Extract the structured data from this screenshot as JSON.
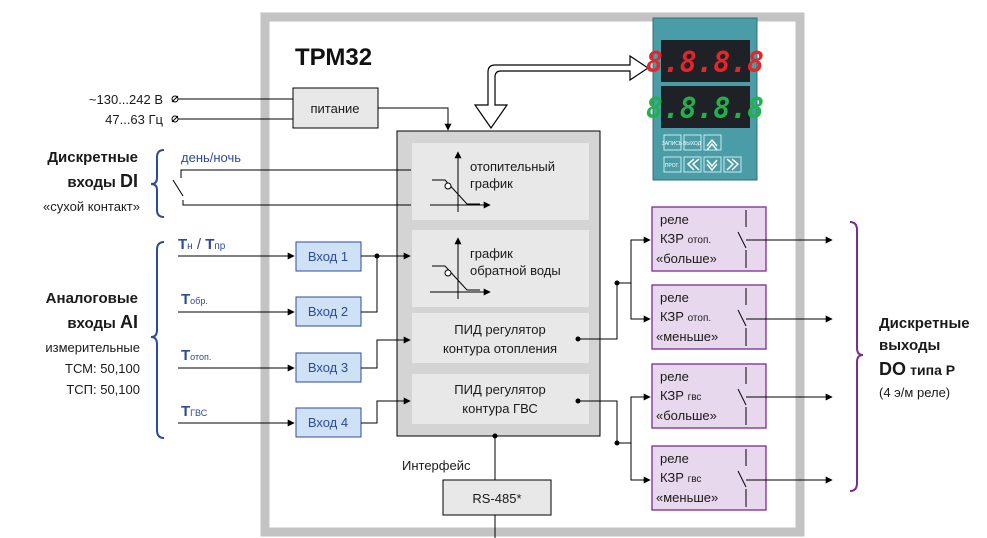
{
  "device": {
    "title": "ТРМ32",
    "display_top": "8.8.8.8",
    "display_bottom": "8.8.8.8",
    "button_labels": [
      "ЗАПИСЬ",
      "ВЫХОД",
      "ПРОГ."
    ],
    "colors": {
      "body": "#4a9da7",
      "top_digits": "#e8242a",
      "bottom_digits": "#22b24c",
      "frame": "#c3c3c3",
      "relay_fill": "#e8d8ee",
      "relay_border": "#7a2d8a",
      "input_fill": "#cfe1f5",
      "input_border": "#2c4b9a"
    }
  },
  "power": {
    "line1": "~130...242 В",
    "line2": "47...63 Гц",
    "block": "питание"
  },
  "digital_inputs": {
    "title1": "Дискретные",
    "title2": "входы",
    "code": "DI",
    "subtitle": "«сухой контакт»",
    "signal": "день/ночь"
  },
  "analog_inputs": {
    "title1": "Аналоговые",
    "title2": "входы",
    "code": "AI",
    "line3": "измерительные",
    "line4": "ТСМ: 50,100",
    "line5": "ТСП: 50,100"
  },
  "sensors": [
    {
      "t": "Т",
      "sub": "н",
      "sep": " / ",
      "t2": "Т",
      "sub2": "пр"
    },
    {
      "t": "Т",
      "sub": "обр."
    },
    {
      "t": "Т",
      "sub": "отоп."
    },
    {
      "t": "Т",
      "sub": "ГВС"
    }
  ],
  "inputs": [
    "Вход 1",
    "Вход 2",
    "Вход 3",
    "Вход 4"
  ],
  "functions": [
    {
      "line1": "отопительный",
      "line2": "график"
    },
    {
      "line1": "график",
      "line2": "обратной воды"
    },
    {
      "line1": "ПИД регулятор",
      "line2": "контура отопления"
    },
    {
      "line1": "ПИД регулятор",
      "line2": "контура ГВС"
    }
  ],
  "interface": {
    "label": "Интерфейс",
    "block": "RS-485*"
  },
  "relays": [
    {
      "l1": "реле",
      "l2": "КЗР",
      "sub": "отоп.",
      "l3": "«больше»"
    },
    {
      "l1": "реле",
      "l2": "КЗР",
      "sub": "отоп.",
      "l3": "«меньше»"
    },
    {
      "l1": "реле",
      "l2": "КЗР",
      "sub": "гвс",
      "l3": "«больше»"
    },
    {
      "l1": "реле",
      "l2": "КЗР",
      "sub": "гвс",
      "l3": "«меньше»"
    }
  ],
  "outputs": {
    "title1": "Дискретные",
    "title2": "выходы",
    "code": "DO",
    "type": "типа Р",
    "note": "(4 э/м реле)"
  }
}
